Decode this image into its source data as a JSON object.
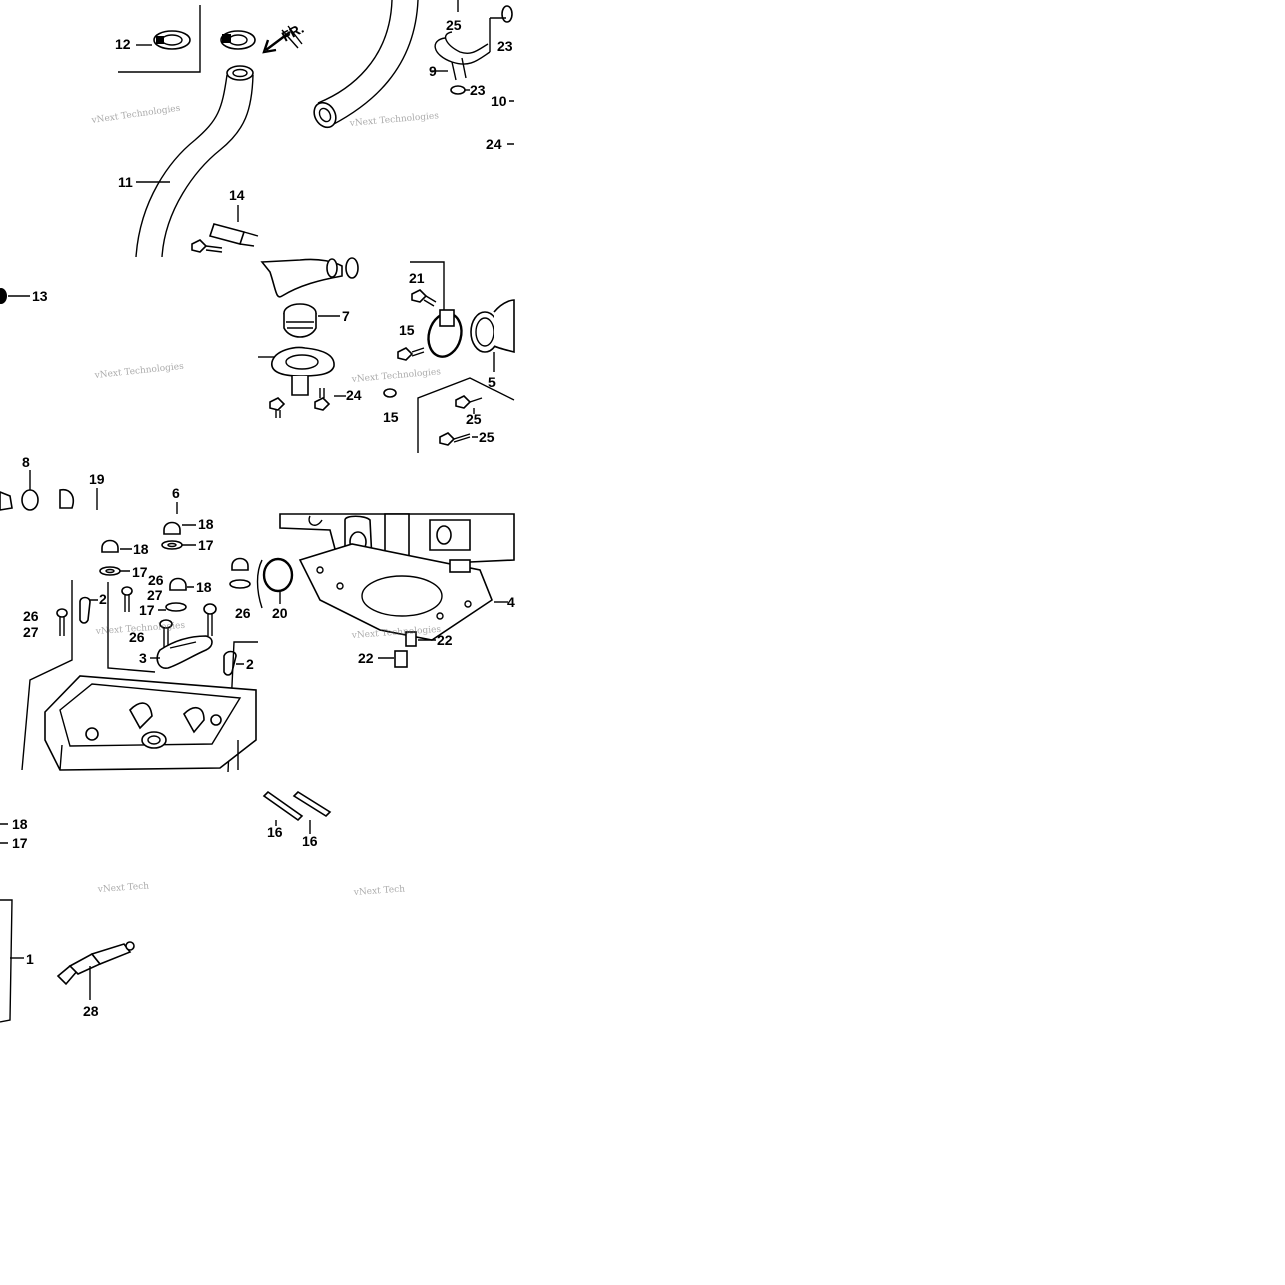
{
  "diagram": {
    "part_numbers": {
      "p1": "1",
      "p2a": "2",
      "p2b": "2",
      "p3": "3",
      "p4": "4",
      "p5": "5",
      "p6": "6",
      "p7": "7",
      "p8": "8",
      "p9": "9",
      "p10": "10",
      "p11": "11",
      "p12": "12",
      "p13": "13",
      "p14": "14",
      "p15a": "15",
      "p15b": "15",
      "p16a": "16",
      "p16b": "16",
      "p17a": "17",
      "p17b": "17",
      "p17c": "17",
      "p17d": "17",
      "p18a": "18",
      "p18b": "18",
      "p18c": "18",
      "p18d": "18",
      "p19": "19",
      "p20": "20",
      "p21": "21",
      "p22a": "22",
      "p22b": "22",
      "p23a": "23",
      "p23b": "23",
      "p24a": "24",
      "p24b": "24",
      "p25a": "25",
      "p25b": "25",
      "p25c": "25",
      "p26a": "26",
      "p26b": "26",
      "p26c": "26",
      "p26d": "26",
      "p27a": "27",
      "p27b": "27",
      "p28": "28"
    },
    "direction_label": "FR.",
    "watermark": "vNext Technologies",
    "watermark_short": "vNext Tech"
  }
}
